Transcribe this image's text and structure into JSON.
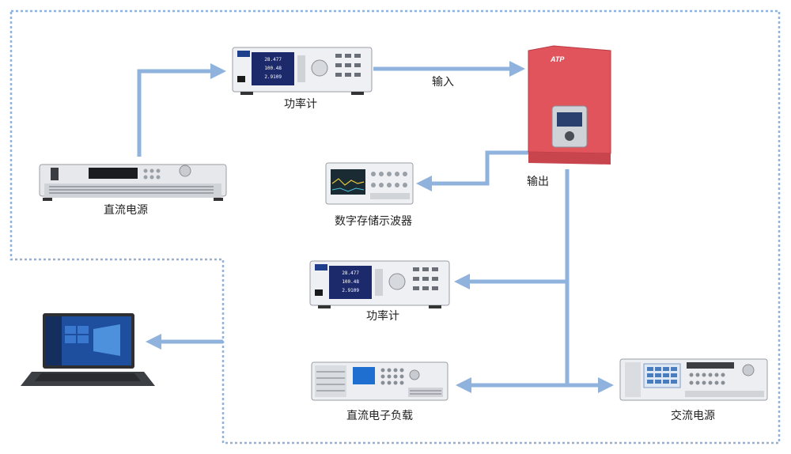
{
  "labels": {
    "dc_source": "直流电源",
    "power_meter_top": "功率计",
    "input": "输入",
    "output": "输出",
    "oscilloscope": "数字存储示波器",
    "power_meter_bottom": "功率计",
    "dc_load": "直流电子负载",
    "ac_source": "交流电源"
  },
  "meter_readings": [
    "28.477",
    "100.48",
    "2.9109"
  ],
  "colors": {
    "connector": "#8fb3dc",
    "inverter": "#e1545c",
    "screen": "#1c2a6b"
  },
  "icons": {
    "laptop": "laptop-icon",
    "inverter": "inverter-icon"
  }
}
